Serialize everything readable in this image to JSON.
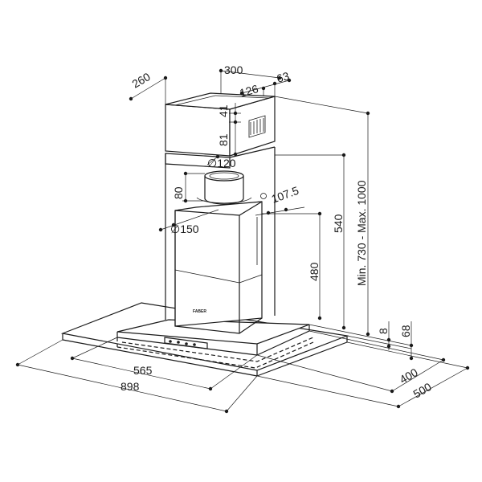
{
  "dimensions": {
    "chimney_depth": "260",
    "chimney_width": "300",
    "vent_width": "126",
    "vent_offset": "63",
    "top_gap": "41",
    "vent_height": "81",
    "outlet_diameter": "∅120",
    "outlet_height": "80",
    "outlet_offset": "107.5",
    "body_diameter": "∅150",
    "body_height": "480",
    "upper_height": "540",
    "total_height": "Min. 730 - Max. 1000",
    "glass_thickness": "8",
    "canopy_height": "68",
    "canopy_depth_inner": "400",
    "canopy_depth_outer": "500",
    "width_inner": "565",
    "width_outer": "898"
  },
  "brand_mark": "FABER"
}
